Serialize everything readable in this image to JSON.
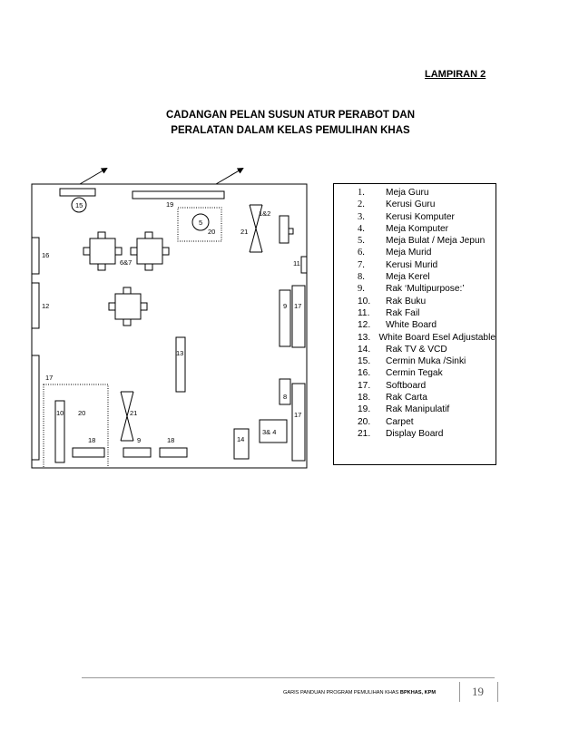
{
  "header": {
    "appendix": "LAMPIRAN 2"
  },
  "title": {
    "line1": "CADANGAN PELAN SUSUN ATUR PERABOT DAN",
    "line2": "PERALATAN DALAM KELAS PEMULIHAN KHAS"
  },
  "plan_labels": {
    "l15": "15",
    "l19": "19",
    "l5": "5",
    "l20a": "20",
    "l1and2": "1&2",
    "l21a": "21",
    "l16": "16",
    "l6and7": "6&7",
    "l11": "11",
    "l12": "12",
    "l9a": "9",
    "l17a": "17",
    "l13": "13",
    "l17b": "17",
    "l8": "8",
    "l10": "10",
    "l20b": "20",
    "l21b": "21",
    "l17c": "17",
    "l3and4": "3& 4",
    "l18a": "18",
    "l9b": "9",
    "l18b": "18",
    "l14": "14"
  },
  "legend": [
    {
      "num": "1.",
      "label": "Meja Guru"
    },
    {
      "num": "2.",
      "label": "Kerusi Guru"
    },
    {
      "num": "3.",
      "label": "Kerusi Komputer"
    },
    {
      "num": "4.",
      "label": "Meja Komputer"
    },
    {
      "num": "5.",
      "label": "Meja Bulat / Meja Jepun"
    },
    {
      "num": "6.",
      "label": "Meja Murid"
    },
    {
      "num": "7.",
      "label": "Kerusi Murid"
    },
    {
      "num": "8.",
      "label": "Meja Kerel"
    },
    {
      "num": "9.",
      "label": "Rak ‘Multipurpose:’"
    },
    {
      "num": "10.",
      "label": "Rak Buku"
    },
    {
      "num": "11.",
      "label": "Rak Fail"
    },
    {
      "num": "12.",
      "label": "White Board"
    },
    {
      "num": "13.",
      "label": "White Board Esel Adjustable"
    },
    {
      "num": "14.",
      "label": "Rak TV & VCD"
    },
    {
      "num": "15.",
      "label": "Cermin Muka /Sinki"
    },
    {
      "num": "16.",
      "label": "Cermin Tegak"
    },
    {
      "num": "17.",
      "label": "Softboard"
    },
    {
      "num": "18.",
      "label": "Rak Carta"
    },
    {
      "num": "19.",
      "label": "Rak Manipulatif"
    },
    {
      "num": "20.",
      "label": "Carpet"
    },
    {
      "num": "21.",
      "label": "Display Board"
    }
  ],
  "footer": {
    "guide": "GARIS PANDUAN PROGRAM PEMULIHAN KHAS",
    "org": "BPKHAS, KPM",
    "page": "19"
  }
}
